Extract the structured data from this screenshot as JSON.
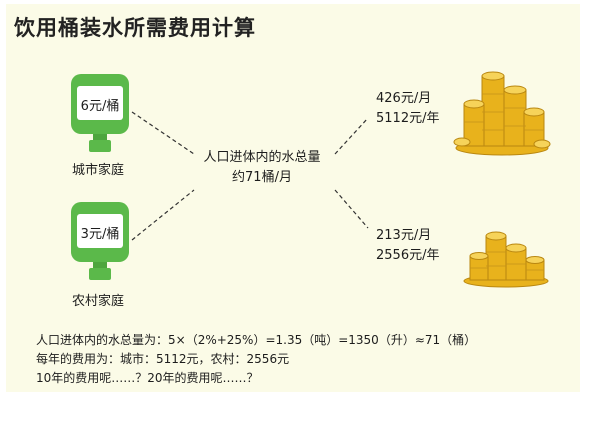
{
  "title": "饮用桶装水所需费用计算",
  "urban": {
    "price_label": "6元/桶",
    "caption": "城市家庭",
    "monthly": "426元/月",
    "yearly": "5112元/年"
  },
  "rural": {
    "price_label": "3元/桶",
    "caption": "农村家庭",
    "monthly": "213元/月",
    "yearly": "2556元/年"
  },
  "center": {
    "line1": "人口进体内的水总量",
    "line2": "约71桶/月"
  },
  "notes": [
    "人口进体内的水总量为：5×（2%+25%）=1.35（吨）=1350（升）≈71（桶）",
    "每年的费用为：城市：5112元，农村：2556元",
    "10年的费用呢……？20年的费用呢……？"
  ],
  "colors": {
    "bottle_green": "#5bb94a",
    "coin_gold": "#e8b21c",
    "panel_bg": "#fbfbe7"
  },
  "icons": {
    "bottle": "water-bottle-icon",
    "coins": "coin-stack-icon"
  }
}
